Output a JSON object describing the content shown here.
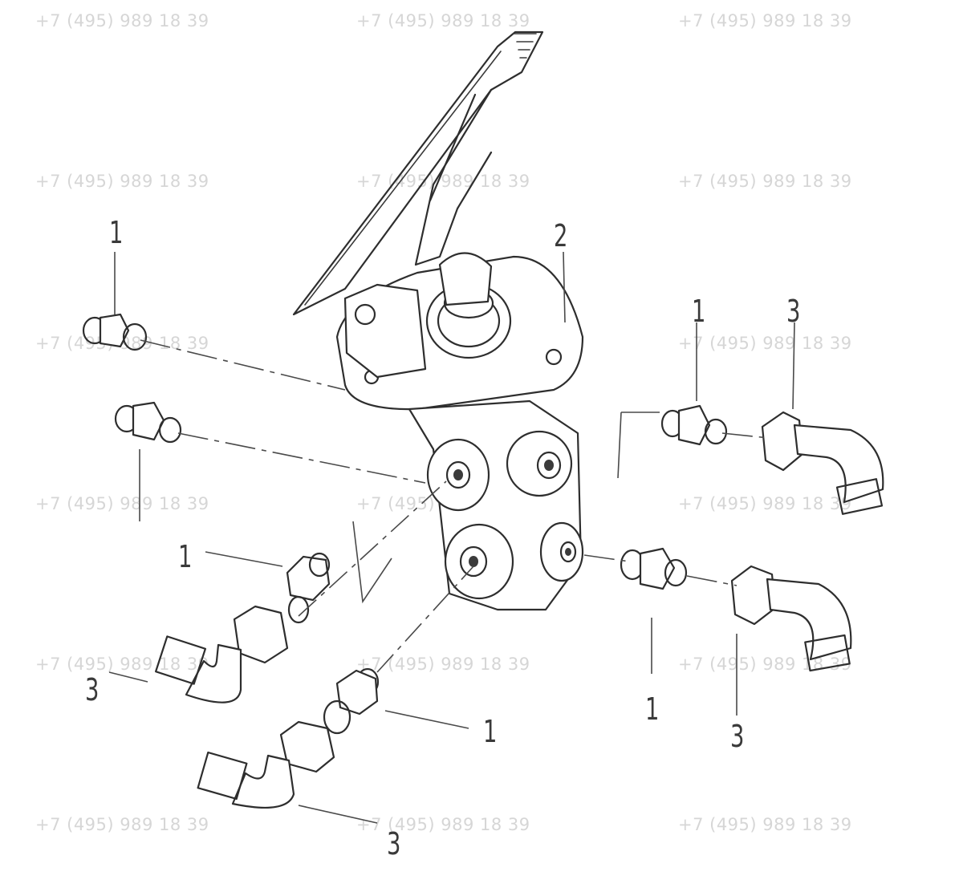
{
  "watermark": {
    "text": "+7 (495) 989 18 39",
    "color": "#d6d6d6"
  },
  "callouts": {
    "c1_top_left": "1",
    "c2_valve": "2",
    "c1_right_upper": "1",
    "c3_right_upper": "3",
    "c1_left_mid": "1",
    "c3_left_lower": "3",
    "c1_bottom_center": "1",
    "c3_bottom_center": "3",
    "c1_right_lower": "1",
    "c3_right_lower": "3"
  },
  "icons": {
    "pedal": "brake-pedal-icon",
    "valve": "brake-valve-icon",
    "fitting": "threaded-fitting-icon",
    "elbow": "elbow-pipe-icon"
  }
}
